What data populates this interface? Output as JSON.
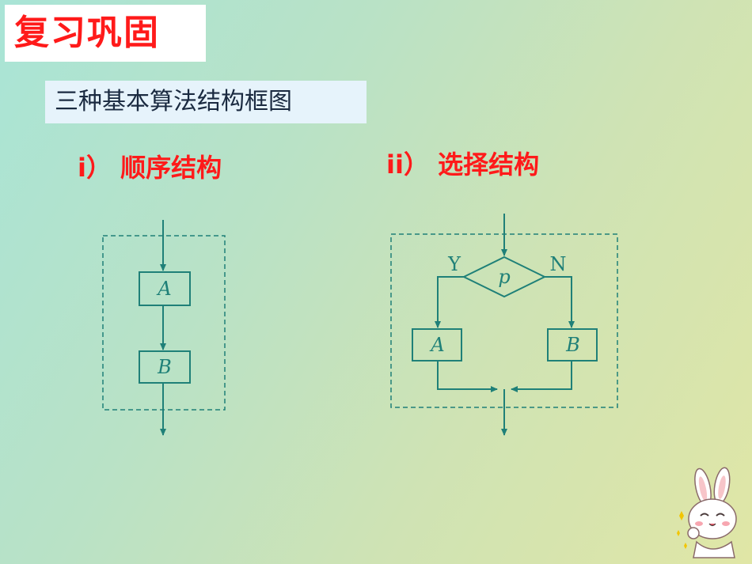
{
  "title": "复习巩固",
  "subtitle": "三种基本算法结构框图",
  "sections": [
    {
      "heading": "i） 顺序结构"
    },
    {
      "heading": "ii） 选择结构"
    }
  ],
  "sequence": {
    "box_a": "A",
    "box_b": "B"
  },
  "selection": {
    "condition": "p",
    "yes_label": "Y",
    "no_label": "N",
    "box_a": "A",
    "box_b": "B"
  },
  "colors": {
    "line": "#1f8078",
    "accent_red": "#ff1a1a"
  }
}
